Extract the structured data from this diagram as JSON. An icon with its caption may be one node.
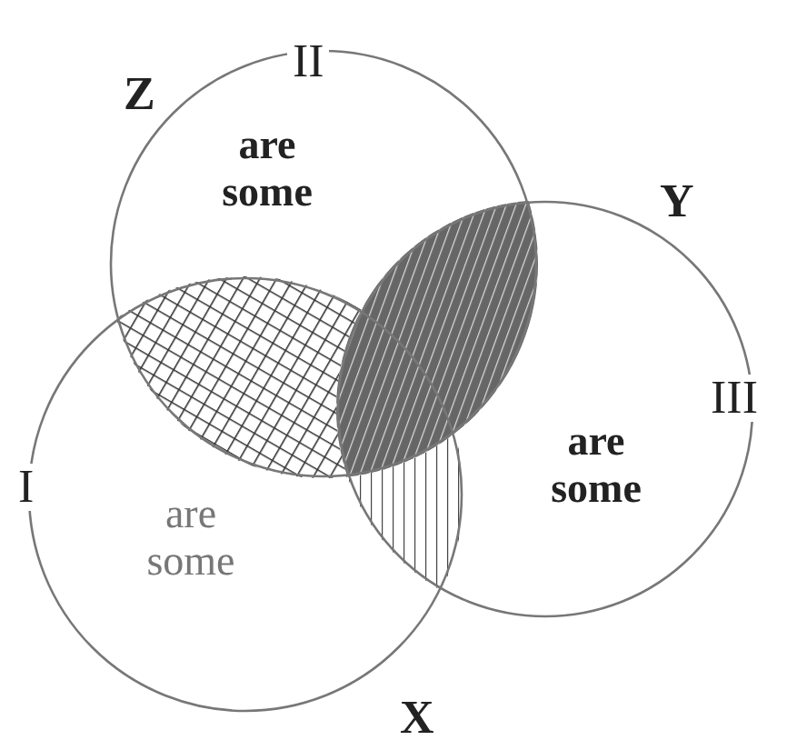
{
  "diagram": {
    "nodes": [
      {
        "text": [
          "II",
          "are some"
        ],
        "beside": [
          "Z"
        ]
      },
      {
        "text": [
          "III",
          "are some"
        ],
        "beside": [
          "Y"
        ]
      },
      {
        "text": [
          "I",
          "are some"
        ],
        "beside": [
          "X"
        ]
      }
    ]
  }
}
